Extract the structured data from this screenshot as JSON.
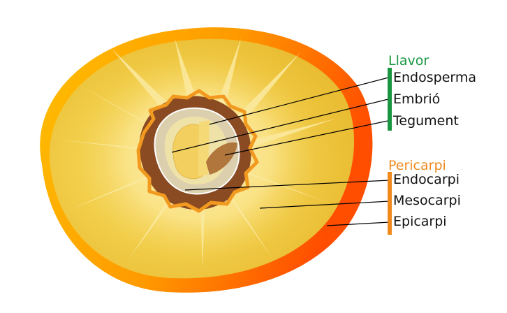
{
  "diagram": {
    "groups": {
      "seed": {
        "title": "Llavor",
        "color": "#1a9641"
      },
      "pericarp": {
        "title": "Pericarpi",
        "color": "#f08a1c"
      }
    },
    "labels": {
      "endosperm": "Endosperma",
      "embryo": "Embrió",
      "seed_coat": "Tegument",
      "endocarp": "Endocarpi",
      "mesocarp": "Mesocarpi",
      "epicarp": "Epicarpi"
    },
    "colors": {
      "epicarp_outer": "#ff5a00",
      "epicarp_left": "#ffb700",
      "mesocarp": "#efc43a",
      "mesocarp_light": "#f7dc70",
      "endocarp": "#8a4a22",
      "seed_coat": "#dccfae",
      "endosperm": "#efe2a8",
      "embryo": "#f3cf5f"
    }
  }
}
